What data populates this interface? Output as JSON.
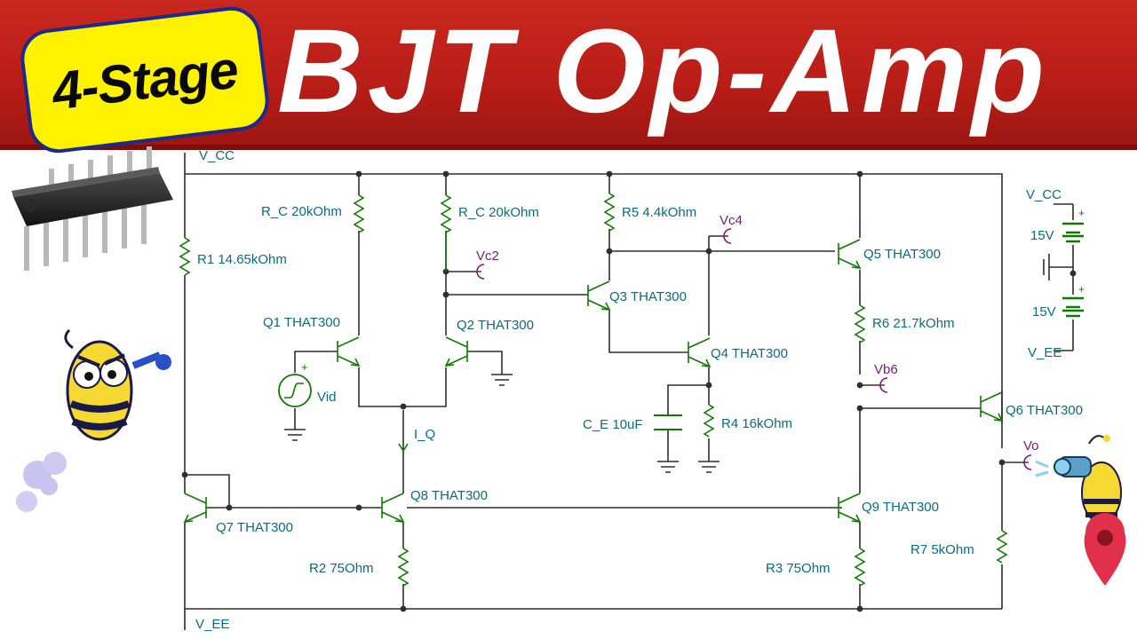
{
  "banner": {
    "badge": "4-Stage",
    "title": "BJT Op-Amp",
    "colors": {
      "banner": "#c0221b",
      "badge": "#fff200",
      "badge_border": "#1b2b8c"
    }
  },
  "schematic": {
    "colors": {
      "wire": "#2f2f2f",
      "component": "#0f7a00",
      "label": "#0a6b82",
      "probe": "#7a1b7a"
    },
    "rails": {
      "vcc": "V_CC",
      "vee": "V_EE"
    },
    "resistors": {
      "r1": "R1 14.65kOhm",
      "rc1": "R_C 20kOhm",
      "rc2": "R_C 20kOhm",
      "r5": "R5 4.4kOhm",
      "r6": "R6 21.7kOhm",
      "r4": "R4 16kOhm",
      "r2": "R2 75Ohm",
      "r3": "R3 75Ohm",
      "r7": "R7 5kOhm"
    },
    "capacitor": "C_E 10uF",
    "transistors": {
      "q1": "Q1 THAT300",
      "q2": "Q2 THAT300",
      "q3": "Q3 THAT300",
      "q4": "Q4 THAT300",
      "q5": "Q5 THAT300",
      "q6": "Q6 THAT300",
      "q7": "Q7 THAT300",
      "q8": "Q8 THAT300",
      "q9": "Q9 THAT300"
    },
    "source": {
      "name": "Vid",
      "plus": "+"
    },
    "current": "I_Q",
    "probes": {
      "vc2": "Vc2",
      "vc4": "Vc4",
      "vb6": "Vb6",
      "vo": "Vo"
    },
    "supply": {
      "vcc": "V_CC",
      "vee": "V_EE",
      "bat1": "15V",
      "bat2": "15V",
      "plus": "+"
    }
  }
}
